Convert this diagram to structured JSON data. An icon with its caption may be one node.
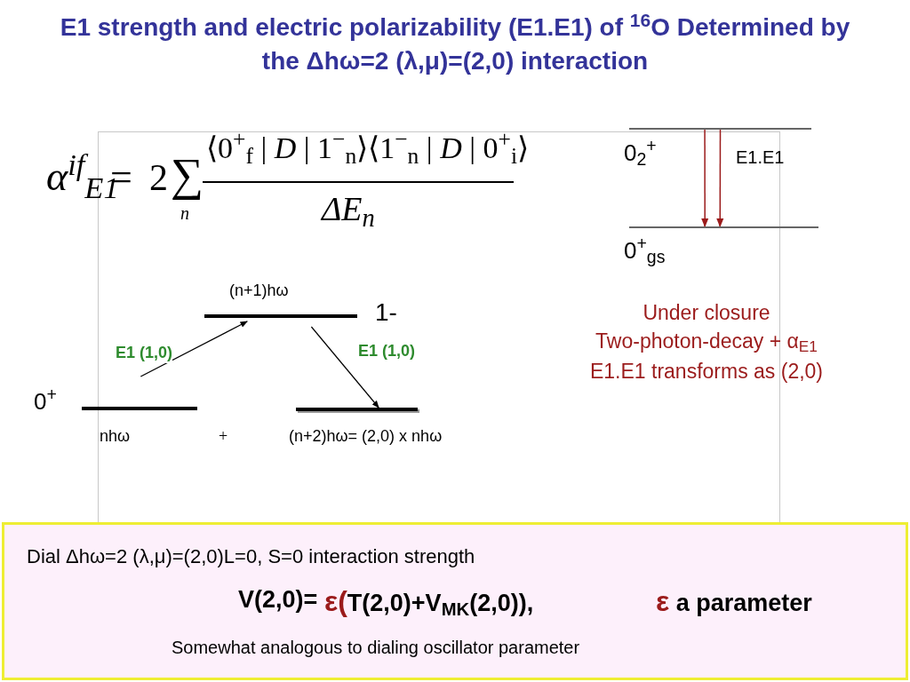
{
  "diagram": {
    "title": "E1 strength and electric polarizability (E1.E1) of $^{16}$O Determined by the Δhω=2 (λ,μ)=(2,0) interaction",
    "nodes": [
      {
        "text": [],
        "shape": "bar",
        "beside": [
          "0$^{+}$",
          "nhω"
        ]
      },
      {
        "text": [],
        "shape": "bar",
        "beside": [
          "(n+1)hω",
          "1-"
        ]
      },
      {
        "text": [],
        "shape": "bar",
        "beside": [
          "(n+2)hω= (2,0) x nhω"
        ]
      },
      {
        "text": [],
        "shape": "bar",
        "beside": [
          "0$_{2}$$^{+}$"
        ]
      },
      {
        "text": [],
        "shape": "bar",
        "beside": [
          "0$^{+}$$_{gs}$"
        ]
      },
      {
        "text": [
          "Dial Δhω=2 (λ,μ)=(2,0)L=0, S=0 interaction strength",
          "V(2,0)=",
          "ε(T(2,0)+V$_{MK}$(2,0)),",
          "ε a parameter",
          "Somewhat analogous to dialing oscillator parameter"
        ]
      }
    ],
    "edges": [
      {
        "from": 0,
        "to": 1,
        "arrow": "to",
        "label": "E1 (1,0)"
      },
      {
        "from": 1,
        "to": 2,
        "arrow": "to",
        "label": "E1 (1,0)"
      },
      {
        "from": 3,
        "to": 4,
        "arrow": "to",
        "color": "#9b1b1b"
      },
      {
        "from": 3,
        "to": 4,
        "arrow": "to",
        "color": "#9b1b1b"
      }
    ],
    "labels": [
      "α$^{if}$$_{E1}$",
      "=",
      "2",
      "∑",
      "n",
      "⟨0$^{+}$$_{f}$ | *D* | 1$^{−}$$_{n}$⟩⟨1$^{−}$$_{n}$ | *D* | 0$^{+}$$_{i}$⟩",
      "ΔE$_{n}$",
      "E1.E1",
      "Under closure",
      "Two-photon-decay + α$_{E1}$",
      "E1.E1 transforms as (2,0)",
      "+"
    ]
  }
}
